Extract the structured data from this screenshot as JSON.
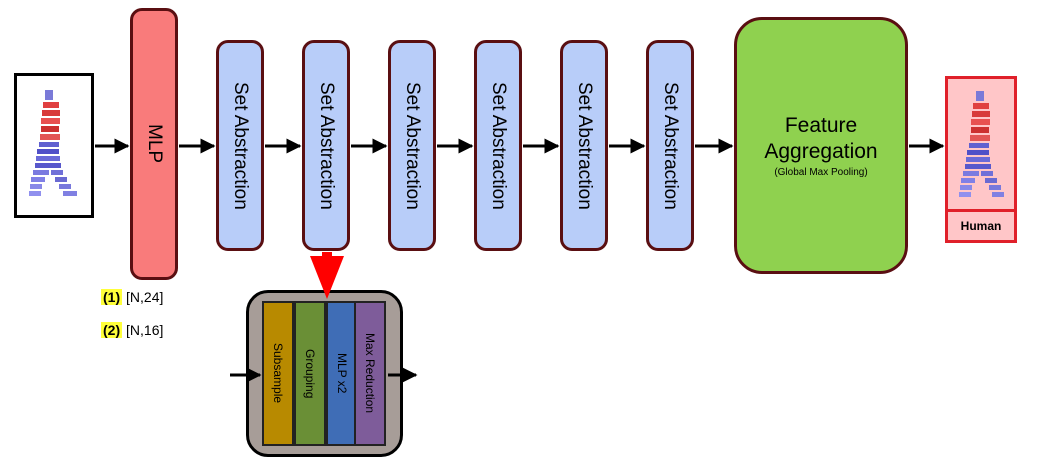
{
  "input": {
    "kind": "human point-cloud thumbnail"
  },
  "mlp_block": {
    "label": "MLP"
  },
  "set_abstraction_blocks": [
    {
      "label": "Set Abstraction"
    },
    {
      "label": "Set Abstraction"
    },
    {
      "label": "Set Abstraction"
    },
    {
      "label": "Set Abstraction"
    },
    {
      "label": "Set Abstraction"
    },
    {
      "label": "Set Abstraction"
    }
  ],
  "feature_aggregation": {
    "title": "Feature Aggregation",
    "subtitle": "(Global Max Pooling)"
  },
  "output": {
    "label": "Human"
  },
  "legend": [
    {
      "marker": "(1)",
      "text": "[N,24]"
    },
    {
      "marker": "(2)",
      "text": "[N,16]"
    }
  ],
  "set_abstraction_detail": {
    "steps": [
      {
        "label": "Subsample",
        "color": "#b88a00"
      },
      {
        "label": "Grouping",
        "color": "#6a8f36"
      },
      {
        "label": "MLP x2",
        "color": "#3f6db6"
      },
      {
        "label": "Max Reduction",
        "color": "#7e5c9a"
      }
    ]
  },
  "colors": {
    "mlp": "#f97b7b",
    "set_abstraction": "#b8cdf9",
    "feature_aggregation": "#8fd14f",
    "highlight_arrow": "#ff0000",
    "output_border": "#e0202a"
  }
}
